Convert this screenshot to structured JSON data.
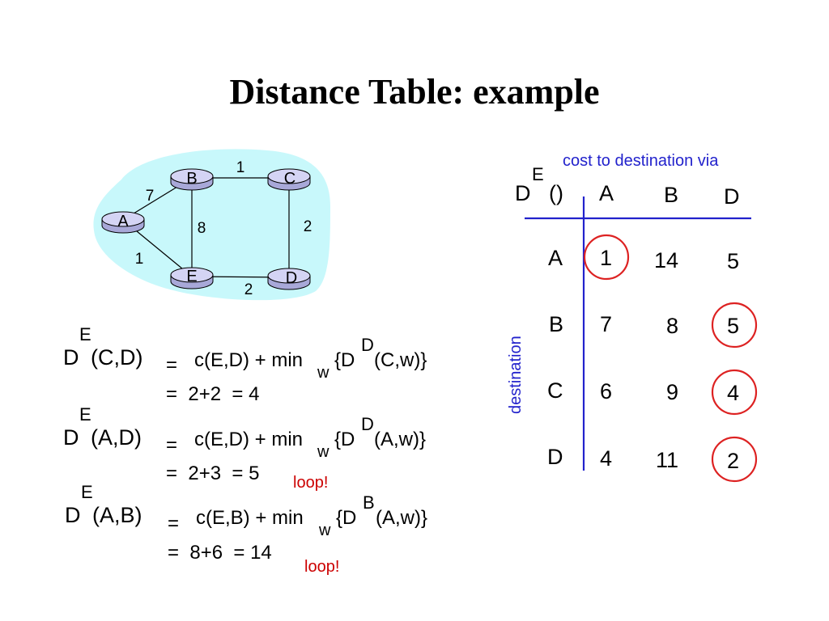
{
  "slide": {
    "title": "Distance Table: example"
  },
  "network": {
    "nodes": [
      "A",
      "B",
      "C",
      "D",
      "E"
    ],
    "edges": [
      {
        "from": "B",
        "to": "C",
        "cost": "1"
      },
      {
        "from": "A",
        "to": "B",
        "cost": "7"
      },
      {
        "from": "B",
        "to": "E",
        "cost": "8"
      },
      {
        "from": "C",
        "to": "D",
        "cost": "2"
      },
      {
        "from": "A",
        "to": "E",
        "cost": "1"
      },
      {
        "from": "E",
        "to": "D",
        "cost": "2"
      }
    ]
  },
  "equations": [
    {
      "lhs_base": "D",
      "lhs_sup": "E",
      "lhs_args": "(C,D)",
      "eq": "=",
      "rhs1": "c(E,D) + min",
      "rhs_sub": "w",
      "rhs2": "{D",
      "rhs_sup": "D",
      "rhs3": "(C,w)}",
      "line2": "=  2+2  = 4",
      "note": ""
    },
    {
      "lhs_base": "D",
      "lhs_sup": "E",
      "lhs_args": "(A,D)",
      "eq": "=",
      "rhs1": "c(E,D) + min",
      "rhs_sub": "w",
      "rhs2": "{D",
      "rhs_sup": "D",
      "rhs3": "(A,w)}",
      "line2": "=  2+3  = 5",
      "note": "loop!"
    },
    {
      "lhs_base": "D",
      "lhs_sup": "E",
      "lhs_args": "(A,B)",
      "eq": "=",
      "rhs1": "c(E,B) + min",
      "rhs_sub": "w",
      "rhs2": "{D",
      "rhs_sup": "B",
      "rhs3": "(A,w)}",
      "line2": "=  8+6  = 14",
      "note": "loop!"
    }
  ],
  "table": {
    "header_label": "cost to destination via",
    "corner_base": "D",
    "corner_sup": "E",
    "corner_args": "()",
    "side_label": "destination",
    "columns": [
      "A",
      "B",
      "D"
    ],
    "rows": [
      {
        "label": "A",
        "values": [
          "1",
          "14",
          "5"
        ]
      },
      {
        "label": "B",
        "values": [
          "7",
          "8",
          "5"
        ]
      },
      {
        "label": "C",
        "values": [
          "6",
          "9",
          "4"
        ]
      },
      {
        "label": "D",
        "values": [
          "4",
          "11",
          "2"
        ]
      }
    ],
    "circled": [
      "A,A",
      "B,D",
      "C,D",
      "D,D"
    ],
    "colors": {
      "line": "#2222cc",
      "circle": "#dd2222",
      "label": "#2222cc"
    }
  },
  "colors": {
    "cloud": "#c8f8fb",
    "loop_note": "#cc0000"
  }
}
